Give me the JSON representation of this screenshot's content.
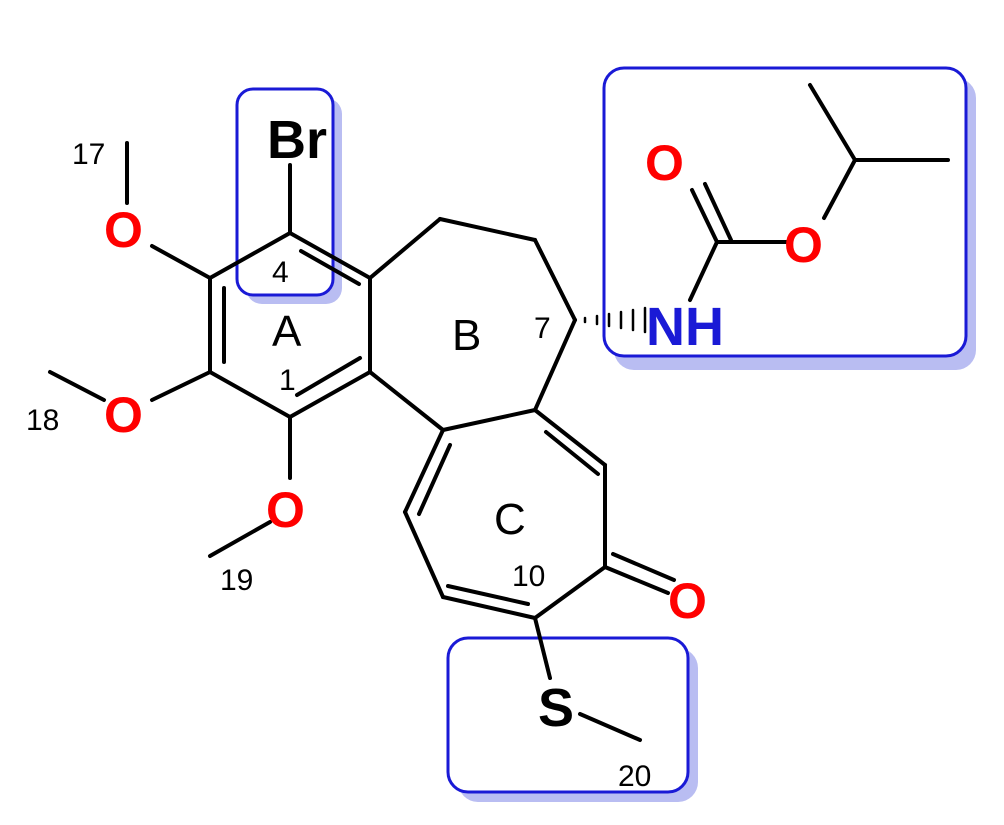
{
  "colors": {
    "bond": "#000000",
    "oxygen": "#ff0000",
    "nitrogen": "#1a1ad6",
    "highlight_box": "#1a1ad6",
    "highlight_shadow": "#b9bdf2"
  },
  "atoms": {
    "bromine": "Br",
    "nitrogen_h": "NH",
    "sulfur": "S",
    "oxygen": "O"
  },
  "ring_labels": {
    "a": "A",
    "b": "B",
    "c": "C"
  },
  "positions": {
    "p1": "1",
    "p4": "4",
    "p7": "7",
    "p10": "10",
    "p17": "17",
    "p18": "18",
    "p19": "19",
    "p20": "20"
  }
}
